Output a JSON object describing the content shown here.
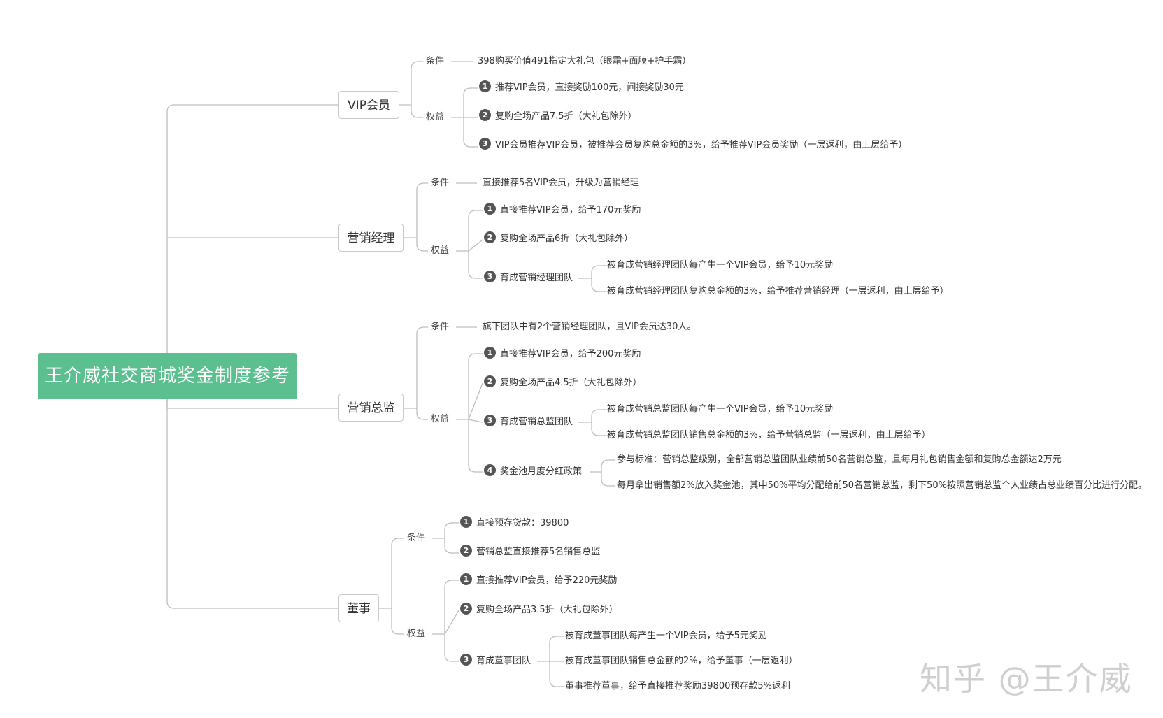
{
  "root": {
    "title": "王介威社交商城奖金制度参考"
  },
  "watermark": "知乎 @王介威",
  "vip": {
    "title": "VIP会员",
    "cond_label": "条件",
    "cond_text": "398购买价值491指定大礼包（眼霜+面膜+护手霜）",
    "rights_label": "权益",
    "rights": [
      {
        "n": "1",
        "text": "推荐VIP会员，直接奖励100元，间接奖励30元"
      },
      {
        "n": "2",
        "text": "复购全场产品7.5折（大礼包除外）"
      },
      {
        "n": "3",
        "text": "VIP会员推荐VIP会员，被推荐会员复购总金额的3%，给予推荐VIP会员奖励（一层返利，由上层给予）"
      }
    ]
  },
  "manager": {
    "title": "营销经理",
    "cond_label": "条件",
    "cond_text": "直接推荐5名VIP会员，升级为营销经理",
    "rights_label": "权益",
    "rights": [
      {
        "n": "1",
        "text": "直接推荐VIP会员，给予170元奖励"
      },
      {
        "n": "2",
        "text": "复购全场产品6折（大礼包除外）"
      },
      {
        "n": "3",
        "text": "育成营销经理团队",
        "subs": [
          "被育成营销经理团队每产生一个VIP会员，给予10元奖励",
          "被育成营销经理团队复购总金额的3%，给予推荐营销经理（一层返利，由上层给予）"
        ]
      }
    ]
  },
  "director": {
    "title": "营销总监",
    "cond_label": "条件",
    "cond_text": "旗下团队中有2个营销经理团队，且VIP会员达30人。",
    "rights_label": "权益",
    "rights": [
      {
        "n": "1",
        "text": "直接推荐VIP会员，给予200元奖励"
      },
      {
        "n": "2",
        "text": "复购全场产品4.5折（大礼包除外）"
      },
      {
        "n": "3",
        "text": "育成营销总监团队",
        "subs": [
          "被育成营销总监团队每产生一个VIP会员，给予10元奖励",
          "被育成营销总监团队销售总金额的3%，给予营销总监（一层返利，由上层给予）"
        ]
      },
      {
        "n": "4",
        "text": "奖金池月度分红政策",
        "subs": [
          "参与标准：营销总监级别，全部营销总监团队业绩前50名营销总监，且每月礼包销售金额和复购总金额达2万元",
          "每月拿出销售额2%放入奖金池，其中50%平均分配给前50名营销总监，剩下50%按照营销总监个人业绩占总业绩百分比进行分配。"
        ]
      }
    ]
  },
  "board": {
    "title": "董事",
    "cond_label": "条件",
    "conds": [
      {
        "n": "1",
        "text": "直接预存货款：39800"
      },
      {
        "n": "2",
        "text": "营销总监直接推荐5名销售总监"
      }
    ],
    "rights_label": "权益",
    "rights": [
      {
        "n": "1",
        "text": "直接推荐VIP会员，给予220元奖励"
      },
      {
        "n": "2",
        "text": "复购全场产品3.5折（大礼包除外）"
      },
      {
        "n": "3",
        "text": "育成董事团队",
        "subs": [
          "被育成董事团队每产生一个VIP会员，给予5元奖励",
          "被育成董事团队销售总金额的2%，给予董事（一层返利）",
          "董事推荐董事，给予直接推荐奖励39800预存款5%返利"
        ]
      }
    ]
  },
  "colors": {
    "root": "#5cbf8f",
    "line": "#bdbdbd",
    "badge": "#555555"
  }
}
